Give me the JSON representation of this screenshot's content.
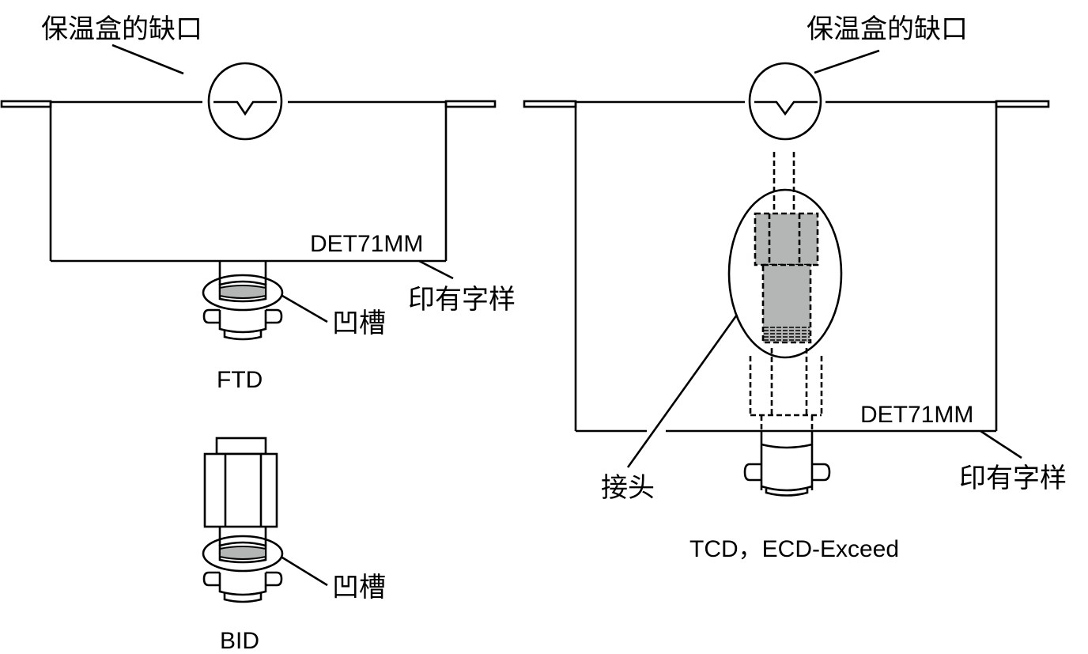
{
  "figure": {
    "left_panel": {
      "notch_label": "保温盒的缺口",
      "marking_text": "DET71MM",
      "marking_label": "印有字样",
      "ftd": {
        "groove_label": "凹槽",
        "caption": "FTD"
      },
      "bid": {
        "groove_label": "凹槽",
        "caption": "BID"
      }
    },
    "right_panel": {
      "notch_label": "保温盒的缺口",
      "marking_text": "DET71MM",
      "marking_label": "印有字样",
      "connector_label": "接头",
      "caption": "TCD，ECD-Exceed"
    },
    "colors": {
      "line": "#000000",
      "groove_fill": "#b4b6b5",
      "background": "#ffffff"
    }
  }
}
